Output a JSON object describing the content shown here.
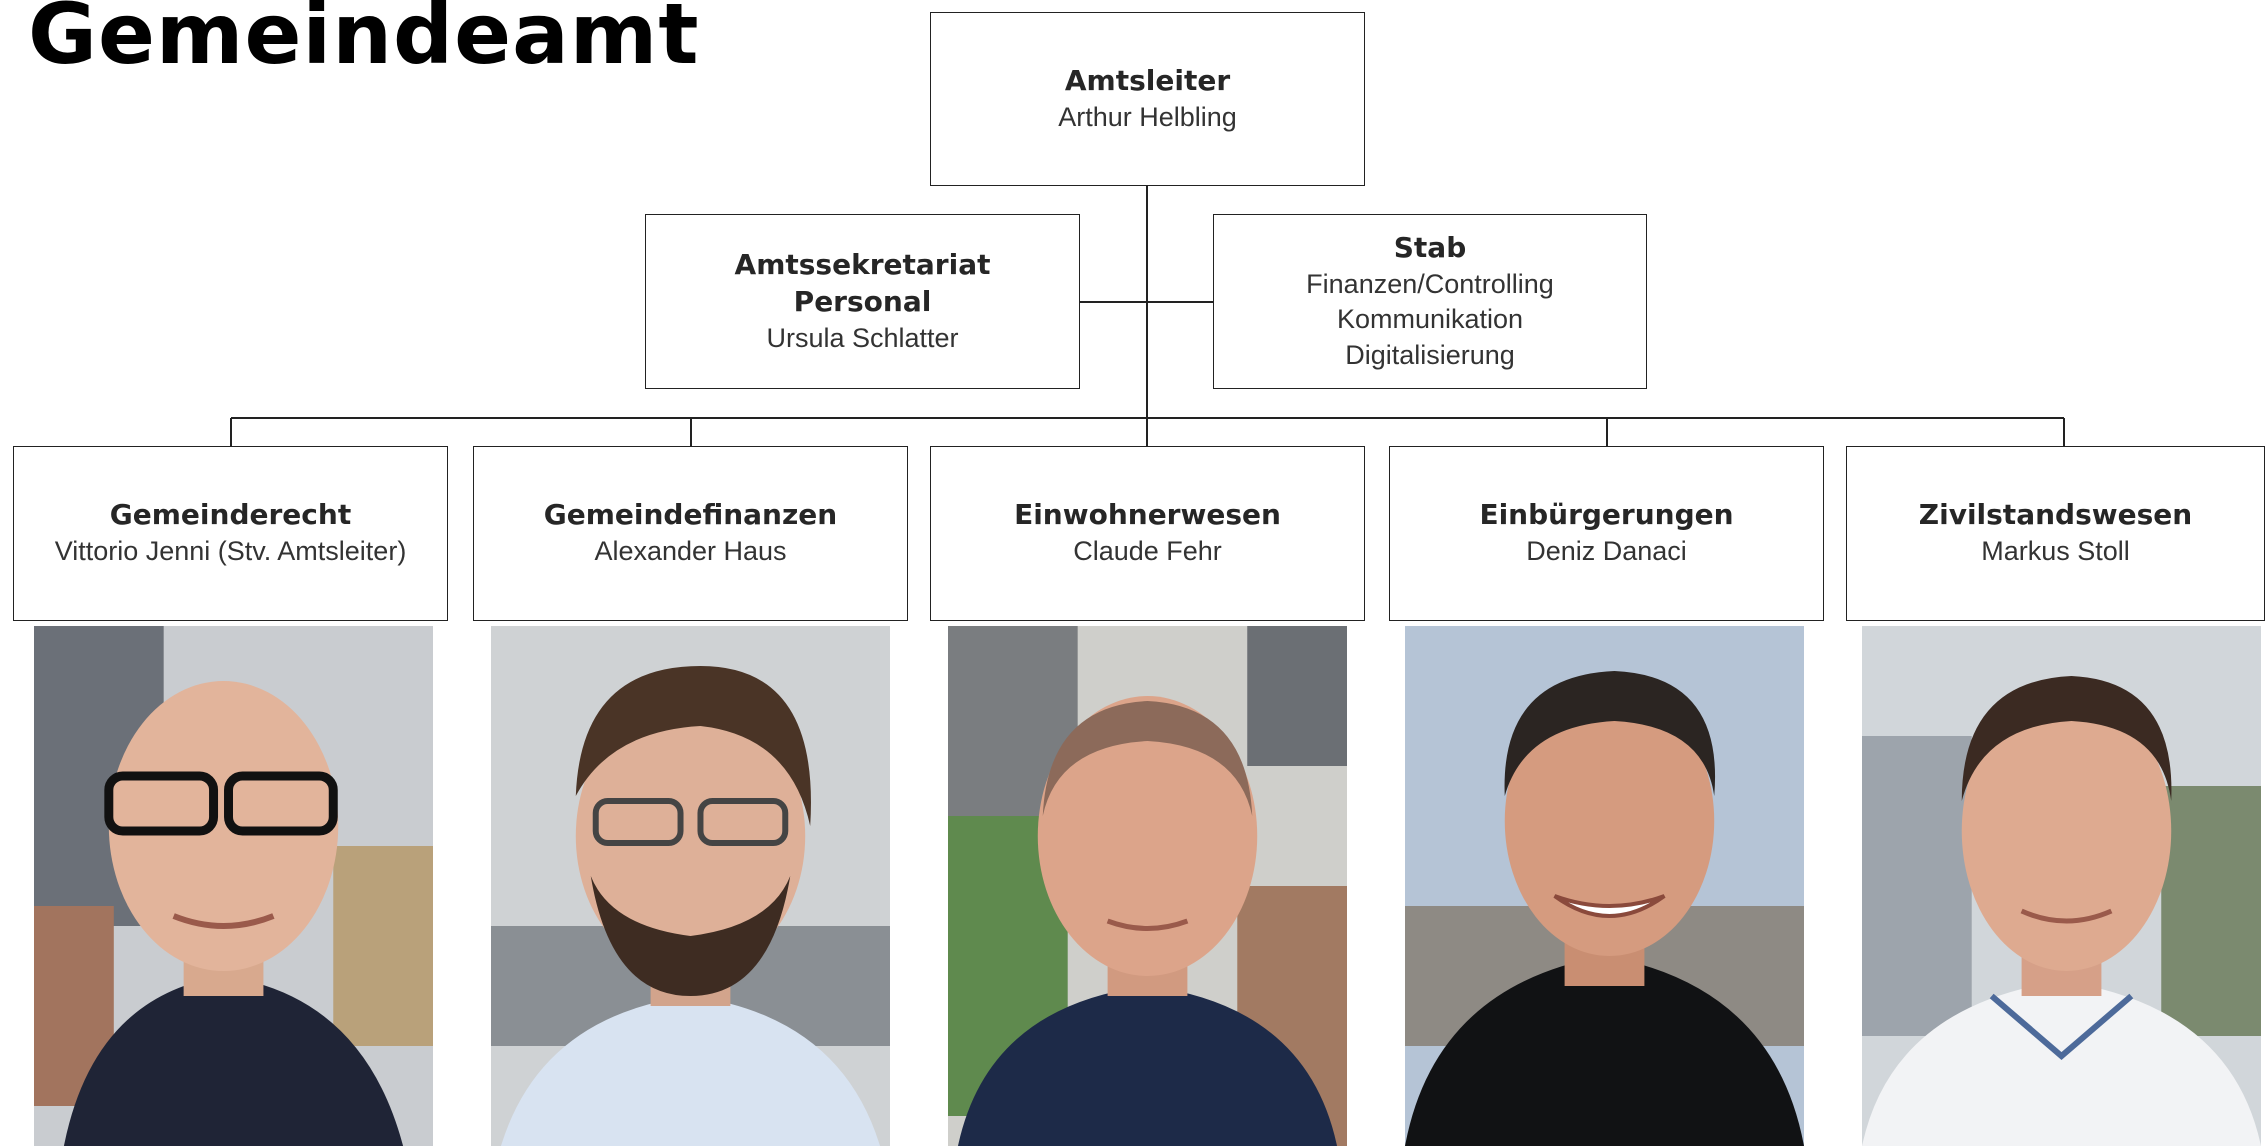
{
  "title": "Gemeindeamt",
  "head": {
    "role": "Amtsleiter",
    "name": "Arthur Helbling"
  },
  "secretariat": {
    "role_line1": "Amtssekretariat",
    "role_line2": "Personal",
    "name": "Ursula Schlatter"
  },
  "staff": {
    "role": "Stab",
    "items": [
      "Finanzen/Controlling",
      "Kommunikation",
      "Digitalisierung"
    ]
  },
  "departments": [
    {
      "role": "Gemeinderecht",
      "name": "Vittorio Jenni (Stv. Amtsleiter)",
      "photo": "portrait-bald-glasses"
    },
    {
      "role": "Gemeindefinanzen",
      "name": "Alexander Haus",
      "photo": "portrait-beard-glasses"
    },
    {
      "role": "Einwohnerwesen",
      "name": "Claude Fehr",
      "photo": "portrait-balding-navy-polo"
    },
    {
      "role": "Einbürgerungen",
      "name": "Deniz Danaci",
      "photo": "portrait-smiling-black-jacket"
    },
    {
      "role": "Zivilstandswesen",
      "name": "Markus Stoll",
      "photo": "portrait-white-shirt"
    }
  ],
  "colors": {
    "border": "#222222",
    "title": "#000000",
    "text": "#333333"
  }
}
